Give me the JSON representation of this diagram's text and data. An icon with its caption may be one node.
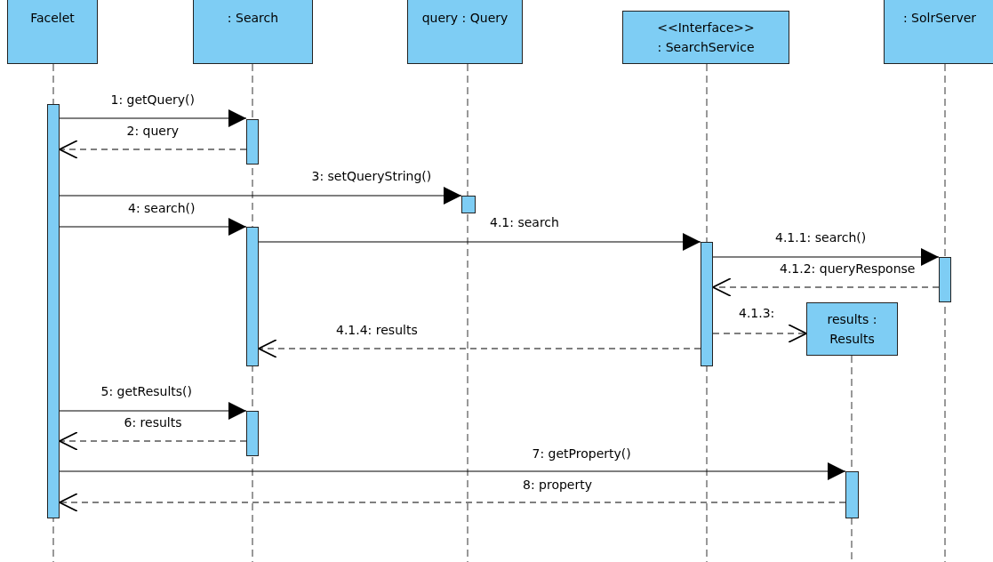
{
  "diagram": {
    "nodes": [
      {
        "text": [
          "Facelet"
        ]
      },
      {
        "text": [
          ": Search"
        ]
      },
      {
        "text": [
          "query : Query"
        ]
      },
      {
        "text": [
          "<<Interface>>",
          ": SearchService"
        ]
      },
      {
        "text": [
          ": SolrServer"
        ]
      },
      {
        "text": [
          "results : Results"
        ]
      },
      {
        "text": [],
        "shape": "bar"
      },
      {
        "text": [],
        "shape": "bar"
      },
      {
        "text": [],
        "shape": "bar"
      },
      {
        "text": [],
        "shape": "bar"
      },
      {
        "text": [],
        "shape": "bar"
      },
      {
        "text": [],
        "shape": "bar"
      },
      {
        "text": [],
        "shape": "bar"
      },
      {
        "text": [],
        "shape": "bar"
      }
    ],
    "edges": [
      {
        "from": 6,
        "to": 7,
        "arrow": "to",
        "label": "1: getQuery()"
      },
      {
        "from": 7,
        "to": 6,
        "arrow": "to",
        "label": "2: query",
        "style": "dashed"
      },
      {
        "from": 6,
        "to": 8,
        "arrow": "to",
        "label": "3: setQueryString()"
      },
      {
        "from": 6,
        "to": 9,
        "arrow": "to",
        "label": "4: search()"
      },
      {
        "from": 9,
        "to": 10,
        "arrow": "to",
        "label": "4.1: search"
      },
      {
        "from": 10,
        "to": 11,
        "arrow": "to",
        "label": "4.1.1: search()"
      },
      {
        "from": 11,
        "to": 10,
        "arrow": "to",
        "label": "4.1.2: queryResponse",
        "style": "dashed"
      },
      {
        "from": 10,
        "to": 5,
        "arrow": "to",
        "label": "4.1.3:",
        "style": "dashed"
      },
      {
        "from": 10,
        "to": 9,
        "arrow": "to",
        "label": "4.1.4: results",
        "style": "dashed"
      },
      {
        "from": 6,
        "to": 12,
        "arrow": "to",
        "label": "5: getResults()"
      },
      {
        "from": 12,
        "to": 6,
        "arrow": "to",
        "label": "6: results",
        "style": "dashed"
      },
      {
        "from": 6,
        "to": 13,
        "arrow": "to",
        "label": "7: getProperty()"
      },
      {
        "from": 13,
        "to": 6,
        "arrow": "to",
        "label": "8: property",
        "style": "dashed"
      }
    ]
  }
}
